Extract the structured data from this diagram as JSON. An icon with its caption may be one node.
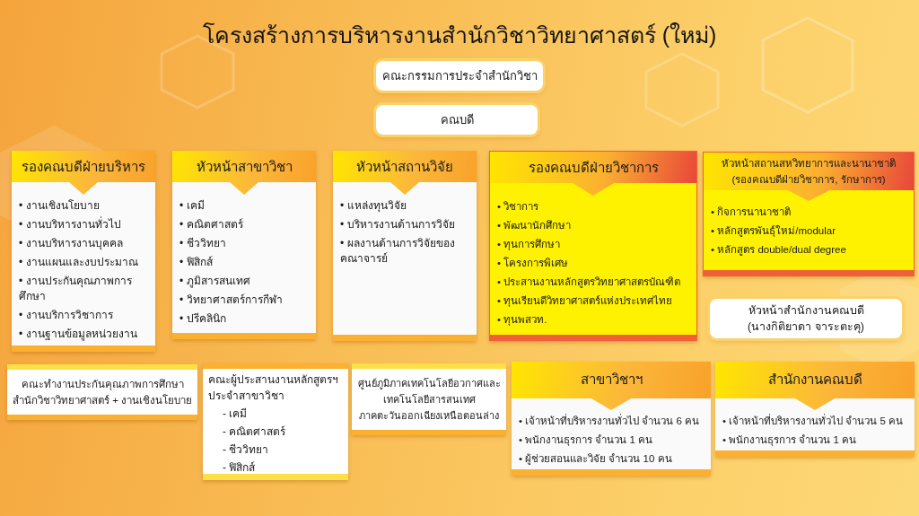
{
  "diagram": {
    "title": "โครงสร้างการบริหารงานสำนักวิชาวิทยาศาสตร์ (ใหม่)",
    "nodes": [
      {
        "text": [
          "คณะกรรมการประจำสำนักวิชา"
        ]
      },
      {
        "text": [
          "คณบดี"
        ]
      },
      {
        "text": [
          "รองคณบดีฝ่ายบริหาร",
          "• งานเชิงนโยบาย",
          "• งานบริหารงานทั่วไป",
          "• งานบริหารงานบุคคล",
          "• งานแผนและงบประมาณ",
          "• งานประกันคุณภาพการศึกษา",
          "• งานบริการวิชาการ",
          "• งานฐานข้อมูลหน่วยงาน"
        ]
      },
      {
        "text": [
          "หัวหน้าสาขาวิชา",
          "• เคมี",
          "• คณิตศาสตร์",
          "• ชีววิทยา",
          "• ฟิสิกส์",
          "• ภูมิสารสนเทศ",
          "• วิทยาศาสตร์การกีฬา",
          "• ปรีคลินิก"
        ]
      },
      {
        "text": [
          "หัวหน้าสถานวิจัย",
          "• แหล่งทุนวิจัย",
          "• บริหารงานด้านการวิจัย",
          "• ผลงานด้านการวิจัยของคณาจารย์"
        ]
      },
      {
        "text": [
          "รองคณบดีฝ่ายวิชาการ",
          "• วิชาการ",
          "• พัฒนานักศึกษา",
          "• ทุนการศึกษา",
          "• โครงการพิเศษ",
          "• ประสานงานหลักสูตรวิทยาศาสตรบัณฑิต",
          "• ทุนเรียนดีวิทยาศาสตร์แห่งประเทศไทย",
          "• ทุนพสวท."
        ]
      },
      {
        "text": [
          "หัวหน้าสถานสหวิทยาการและนานาชาติ (รองคณบดีฝ่ายวิชาการ, รักษาการ)",
          "• กิจการนานาชาติ",
          "• หลักสูตรพันธุ์ใหม่/modular",
          "• หลักสูตร double/dual degree"
        ]
      },
      {
        "text": [
          "หัวหน้าสำนักงานคณบดี (นางกิติยาดา จาระตะคุ)"
        ]
      },
      {
        "text": [
          "คณะทำงานประกันคุณภาพการศึกษา สำนักวิชาวิทยาศาสตร์ + งานเชิงนโยบาย"
        ]
      },
      {
        "text": [
          "คณะผู้ประสานงานหลักสูตรฯ ประจำสาขาวิชา",
          "- เคมี",
          "- คณิตศาสตร์",
          "- ชีววิทยา",
          "- ฟิสิกส์"
        ]
      },
      {
        "text": [
          "ศูนย์ภูมิภาคเทคโนโลยีอวกาศและ เทคโนโลยีสารสนเทศ ภาคตะวันออกเฉียงเหนือตอนล่าง"
        ]
      },
      {
        "text": [
          "สาขาวิชาฯ",
          "• เจ้าหน้าที่บริหารงานทั่วไป จำนวน 6 คน",
          "• พนักงานธุรการ จำนวน 1 คน",
          "• ผู้ช่วยสอนและวิจัย จำนวน 10 คน"
        ]
      },
      {
        "text": [
          "สำนักงานคณบดี",
          "• เจ้าหน้าที่บริหารงานทั่วไป จำนวน 5 คน",
          "• พนักงานธุรการ จำนวน 1 คน"
        ]
      }
    ]
  }
}
